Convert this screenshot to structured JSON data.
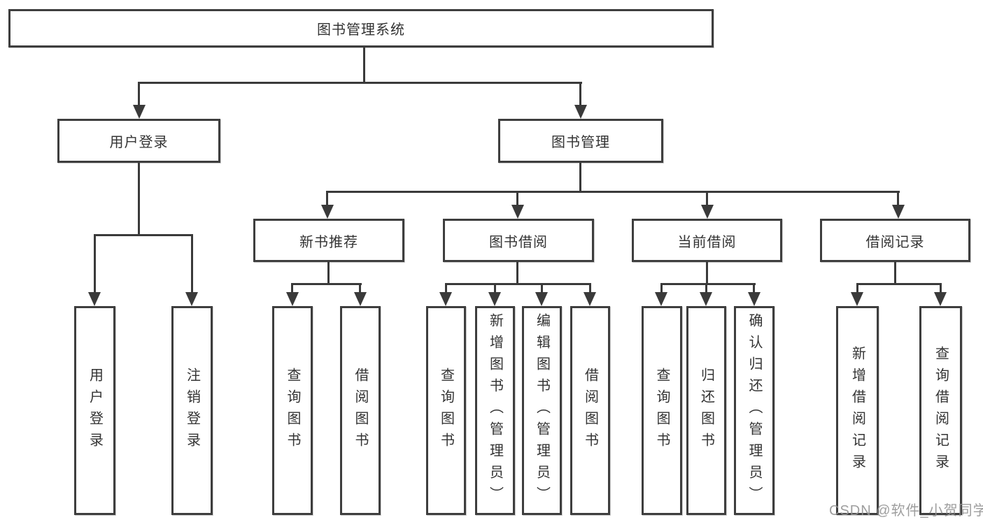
{
  "diagram": {
    "root": {
      "label": "图书管理系统"
    },
    "level2": [
      {
        "label": "用户登录"
      },
      {
        "label": "图书管理"
      }
    ],
    "level3": [
      {
        "label": "新书推荐"
      },
      {
        "label": "图书借阅"
      },
      {
        "label": "当前借阅"
      },
      {
        "label": "借阅记录"
      }
    ],
    "leaves": [
      {
        "label": "用户登录"
      },
      {
        "label": "注销登录"
      },
      {
        "label": "查询图书"
      },
      {
        "label": "借阅图书"
      },
      {
        "label": "查询图书"
      },
      {
        "label": "新增图书（管理员）"
      },
      {
        "label": "编辑图书（管理员）"
      },
      {
        "label": "借阅图书"
      },
      {
        "label": "查询图书"
      },
      {
        "label": "归还图书"
      },
      {
        "label": "确认归还（管理员）"
      },
      {
        "label": "新增借阅记录"
      },
      {
        "label": "查询借阅记录"
      }
    ]
  },
  "watermark": {
    "text": "CSDN @软件_小贺同学"
  },
  "colors": {
    "line": "#3a3a3a",
    "box_border": "#3e3e3e",
    "text": "#333333",
    "watermark": "#949494",
    "background": "#ffffff"
  }
}
